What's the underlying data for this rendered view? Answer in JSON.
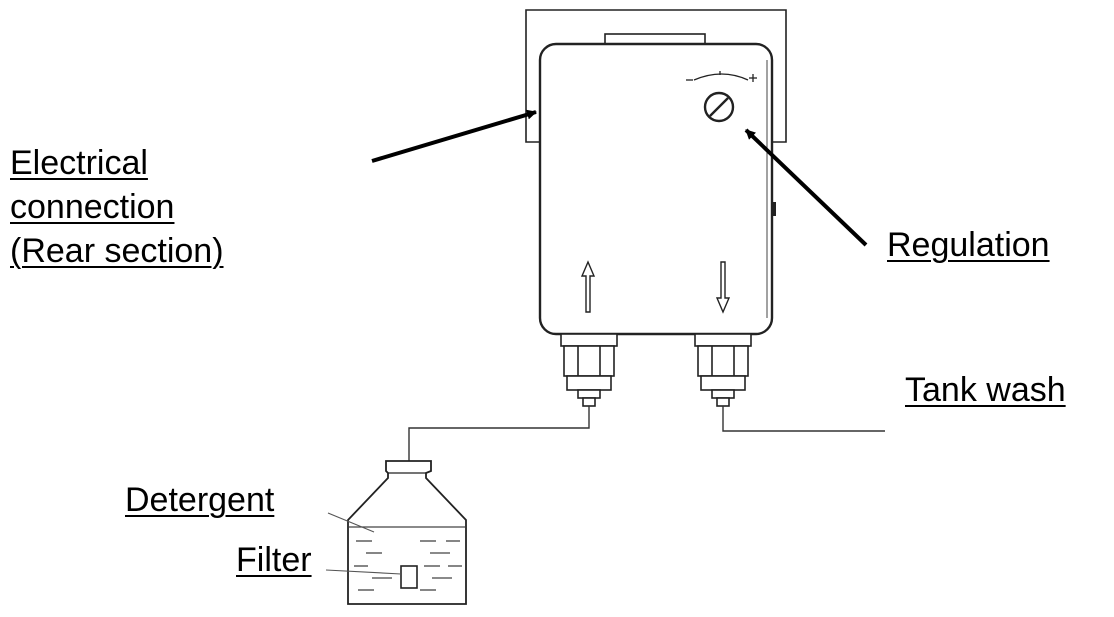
{
  "labels": {
    "electrical_line1": "Electrical",
    "electrical_line2": "connection",
    "electrical_line3": "(Rear section)",
    "regulation": "Regulation",
    "tank_wash": "Tank wash",
    "detergent": "Detergent",
    "filter": "Filter"
  },
  "icons": {
    "flow_up": "arrow-up-icon",
    "flow_down": "arrow-down-icon",
    "regulation_knob": "adjustment-knob-icon"
  },
  "colors": {
    "line": "#000000",
    "drawing": "#222222",
    "background": "#ffffff"
  }
}
